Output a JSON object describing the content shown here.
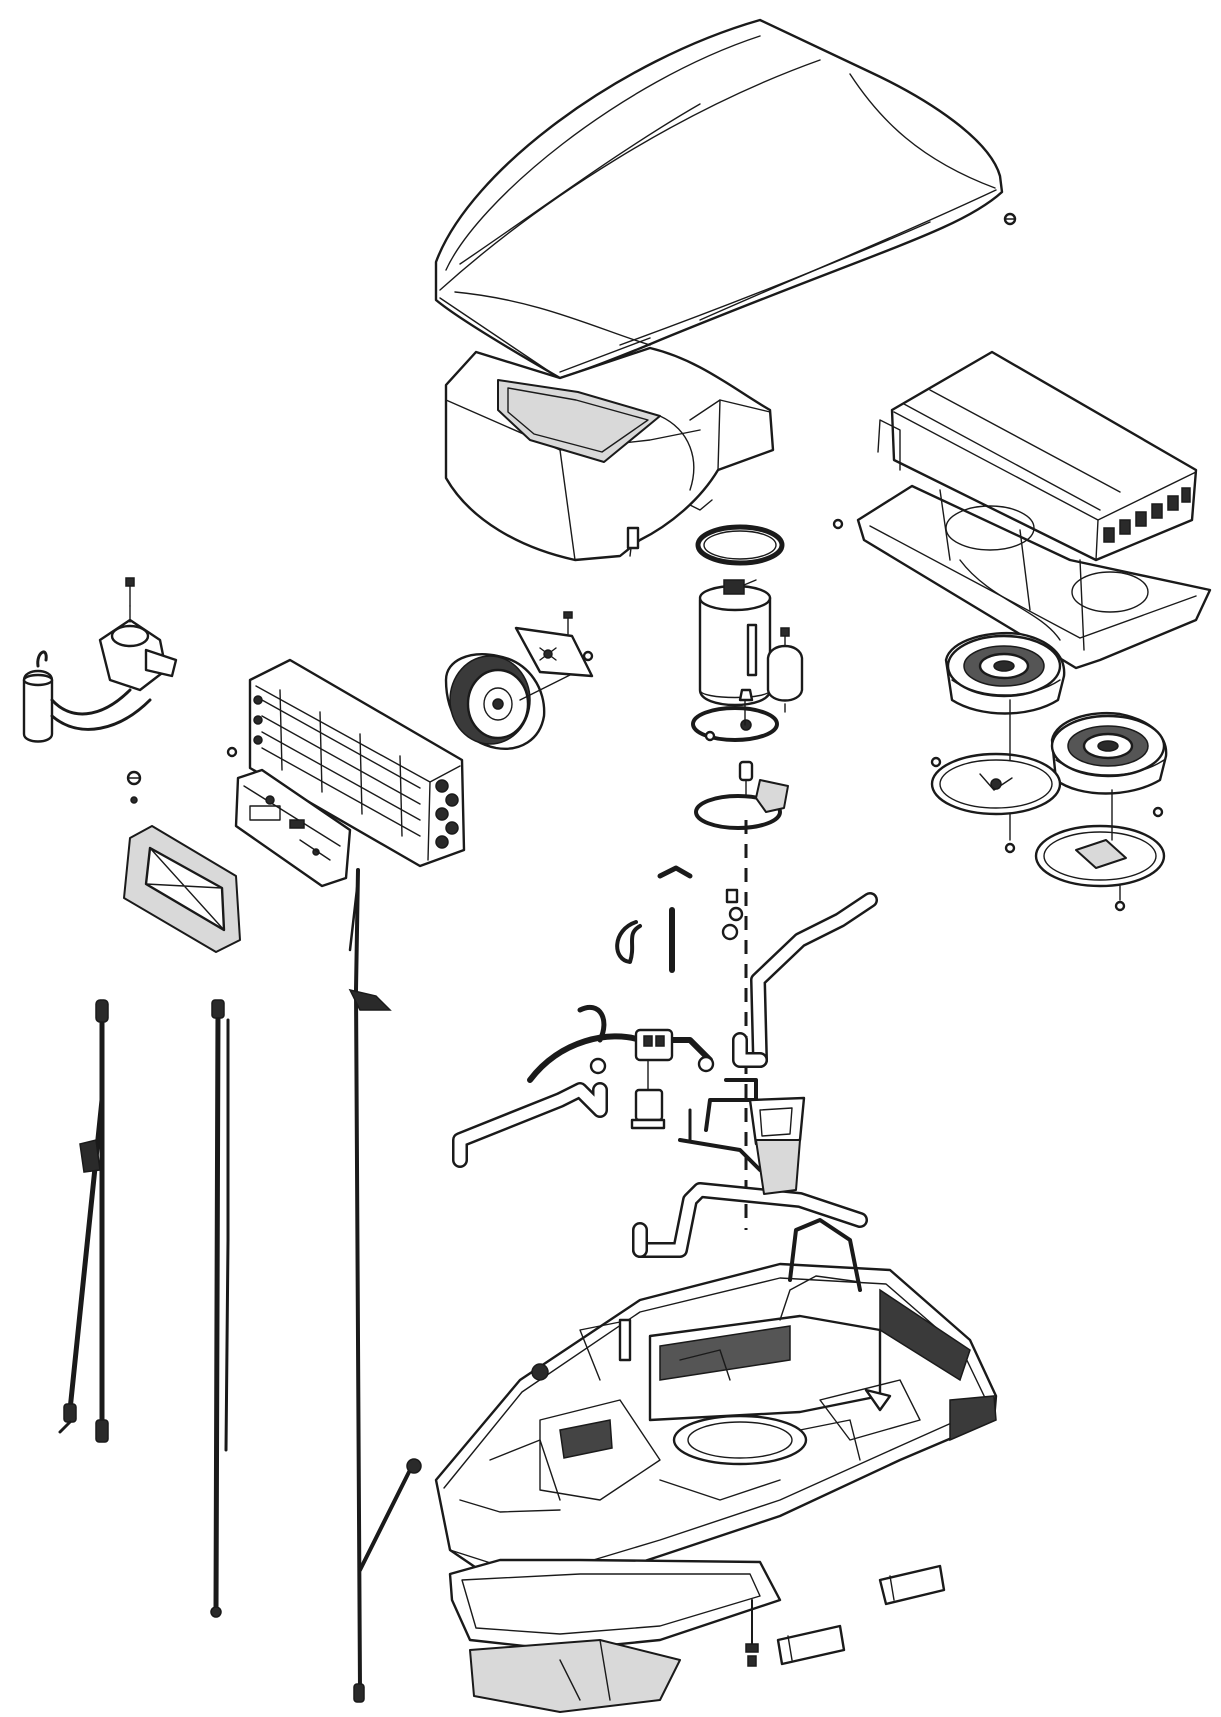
{
  "diagram": {
    "type": "exploded-parts-view",
    "colors": {
      "line": "#1a1a1a",
      "shade": "#d9d9d9",
      "background": "#ffffff"
    },
    "parts": [
      {
        "id": "top-cover",
        "icon": "shroud-icon"
      },
      {
        "id": "control-panel-housing",
        "icon": "panel-icon"
      },
      {
        "id": "electronics-control-box",
        "icon": "circuit-box-icon"
      },
      {
        "id": "control-box-tray",
        "icon": "tray-icon"
      },
      {
        "id": "compressor-gasket",
        "icon": "ring-icon"
      },
      {
        "id": "compressor",
        "icon": "compressor-icon"
      },
      {
        "id": "accumulator",
        "icon": "tank-icon"
      },
      {
        "id": "mounting-ring",
        "icon": "ring-icon"
      },
      {
        "id": "blower-wheel-upper",
        "icon": "fan-icon"
      },
      {
        "id": "blower-wheel-lower",
        "icon": "fan-icon"
      },
      {
        "id": "blower-housing-upper",
        "icon": "fan-housing-icon"
      },
      {
        "id": "blower-housing-lower",
        "icon": "fan-housing-icon"
      },
      {
        "id": "capacitor-relay-assembly",
        "icon": "capacitor-icon"
      },
      {
        "id": "condenser-coil",
        "icon": "coil-icon"
      },
      {
        "id": "condenser-fan",
        "icon": "fan-icon"
      },
      {
        "id": "fan-motor-bracket",
        "icon": "bracket-icon"
      },
      {
        "id": "circuit-board",
        "icon": "pcb-icon"
      },
      {
        "id": "mounting-frame",
        "icon": "frame-icon"
      },
      {
        "id": "power-cable",
        "icon": "cable-icon"
      },
      {
        "id": "sensor-cable",
        "icon": "cable-icon"
      },
      {
        "id": "thermostat-probe",
        "icon": "probe-icon"
      },
      {
        "id": "refrigerant-tubing",
        "icon": "tube-icon"
      },
      {
        "id": "expansion-valve",
        "icon": "valve-icon"
      },
      {
        "id": "base-pan",
        "icon": "base-icon"
      },
      {
        "id": "ceiling-gasket",
        "icon": "gasket-icon"
      },
      {
        "id": "foam-block-upper",
        "icon": "block-icon"
      },
      {
        "id": "foam-block-lower",
        "icon": "block-icon"
      },
      {
        "id": "mounting-bolt",
        "icon": "bolt-icon"
      }
    ]
  }
}
